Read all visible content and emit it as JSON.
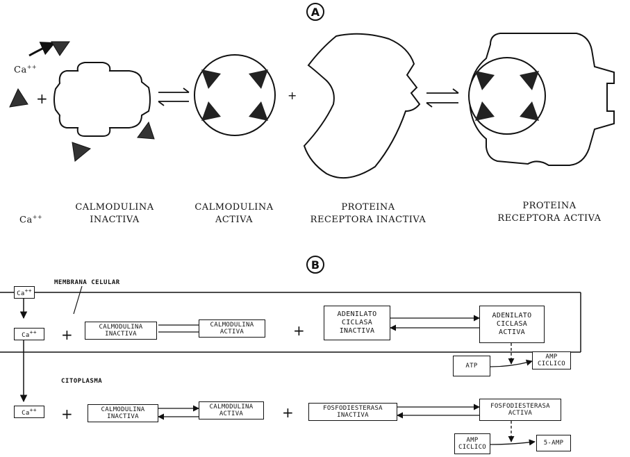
{
  "panel_a": {
    "marker": "A",
    "ion_label": "Ca",
    "ion_charge": "++",
    "labels": {
      "ca": "Ca",
      "ca_charge": "++",
      "calmodulina_inactiva": [
        "CALMODULINA",
        "INACTIVA"
      ],
      "calmodulina_activa": [
        "CALMODULINA",
        "ACTIVA"
      ],
      "proteina_inactiva": [
        "PROTEINA",
        "RECEPTORA INACTIVA"
      ],
      "proteina_activa": [
        "PROTEINA",
        "RECEPTORA ACTIVA"
      ]
    },
    "plus": "+"
  },
  "panel_b": {
    "marker": "B",
    "membrana": "MEMBRANA CELULAR",
    "citoplasma": "CITOPLASMA",
    "ca": "Ca",
    "ca_charge": "++",
    "plus": "+",
    "row1": {
      "cal_inactiva": [
        "CALMODULINA",
        "INACTIVA"
      ],
      "cal_activa": [
        "CALMODULINA",
        "ACTIVA"
      ],
      "adenilato_inactiva": [
        "ADENILATO",
        "CICLASA",
        "INACTIVA"
      ],
      "adenilato_activa": [
        "ADENILATO",
        "CICLASA",
        "ACTIVA"
      ],
      "atp": "ATP",
      "amp_ciclico": [
        "AMP",
        "CICLICO"
      ]
    },
    "row2": {
      "cal_inactiva": [
        "CALMODULINA",
        "INACTIVA"
      ],
      "cal_activa": [
        "CALMODULINA",
        "ACTIVA"
      ],
      "fosfo_inactiva": [
        "FOSFODIESTERASA",
        "INACTIVA"
      ],
      "fosfo_activa": [
        "FOSFODIESTERASA",
        "ACTIVA"
      ],
      "amp_ciclico": [
        "AMP",
        "CICLICO"
      ],
      "five_amp": "5-AMP"
    }
  }
}
